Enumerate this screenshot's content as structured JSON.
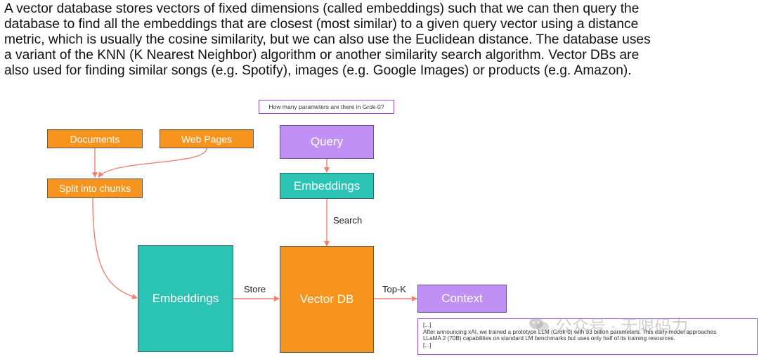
{
  "paragraph": {
    "lines": [
      "A vector database stores vectors of fixed dimensions (called embeddings) such that we can then query the",
      "database to find all the embeddings that are closest (most similar) to a given query vector using a distance",
      "metric, which is usually the cosine similarity, but we can also use the Euclidean distance. The database uses",
      "a variant of the KNN (K Nearest Neighbor) algorithm or another similarity search algorithm. Vector DBs are",
      "also used for finding similar songs (e.g. Spotify), images (e.g. Google Images) or products (e.g. Amazon)."
    ]
  },
  "diagram": {
    "question": "How many parameters are there in Grok-0?",
    "nodes": {
      "documents": "Documents",
      "web_pages": "Web Pages",
      "split": "Split into chunks",
      "query": "Query",
      "query_embeddings": "Embeddings",
      "store_embeddings": "Embeddings",
      "vector_db": "Vector DB",
      "context": "Context"
    },
    "edge_labels": {
      "search": "Search",
      "store": "Store",
      "topk": "Top-K"
    },
    "context_text": [
      "[...]",
      "After announcing xAI, we trained a prototype LLM (Grok-0) with 33 billion parameters. This early model approaches",
      "LLaMA 2 (70B) capabilities on standard LM benchmarks but uses only half of its training resources.",
      "[...]"
    ],
    "colors": {
      "orange": "#f7941d",
      "purple": "#c090f5",
      "teal": "#2bc4b4",
      "arrow": "#f08070",
      "question_border": "#9b4fd6"
    }
  },
  "watermark": {
    "text": "公众号 · 无限码力"
  }
}
